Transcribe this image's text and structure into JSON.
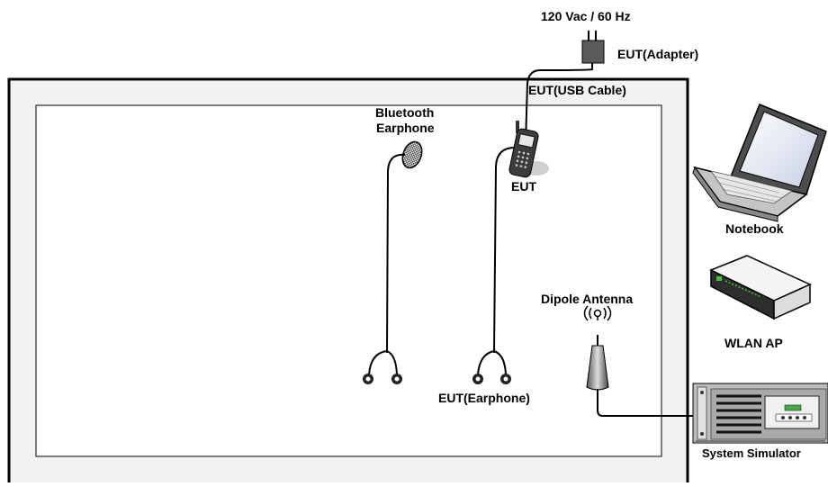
{
  "labels": {
    "power": "120 Vac / 60 Hz",
    "adapter": "EUT(Adapter)",
    "usb_cable": "EUT(USB Cable)",
    "bt_earphone_line1": "Bluetooth",
    "bt_earphone_line2": "Earphone",
    "eut": "EUT",
    "notebook": "Notebook",
    "wlan_ap": "WLAN AP",
    "dipole_antenna": "Dipole Antenna",
    "eut_earphone": "EUT(Earphone)",
    "system_simulator": "System Simulator"
  },
  "icons": {
    "adapter": "power-adapter-icon",
    "phone": "mobile-phone-icon",
    "bt_earphone": "bluetooth-earphone-icon",
    "notebook": "laptop-icon",
    "wlan_ap": "wireless-router-icon",
    "antenna": "dipole-antenna-icon",
    "simulator": "rack-simulator-icon"
  },
  "colors": {
    "chamber_outer": "#f2f2f2",
    "outline": "#000000",
    "cable": "#000000"
  }
}
